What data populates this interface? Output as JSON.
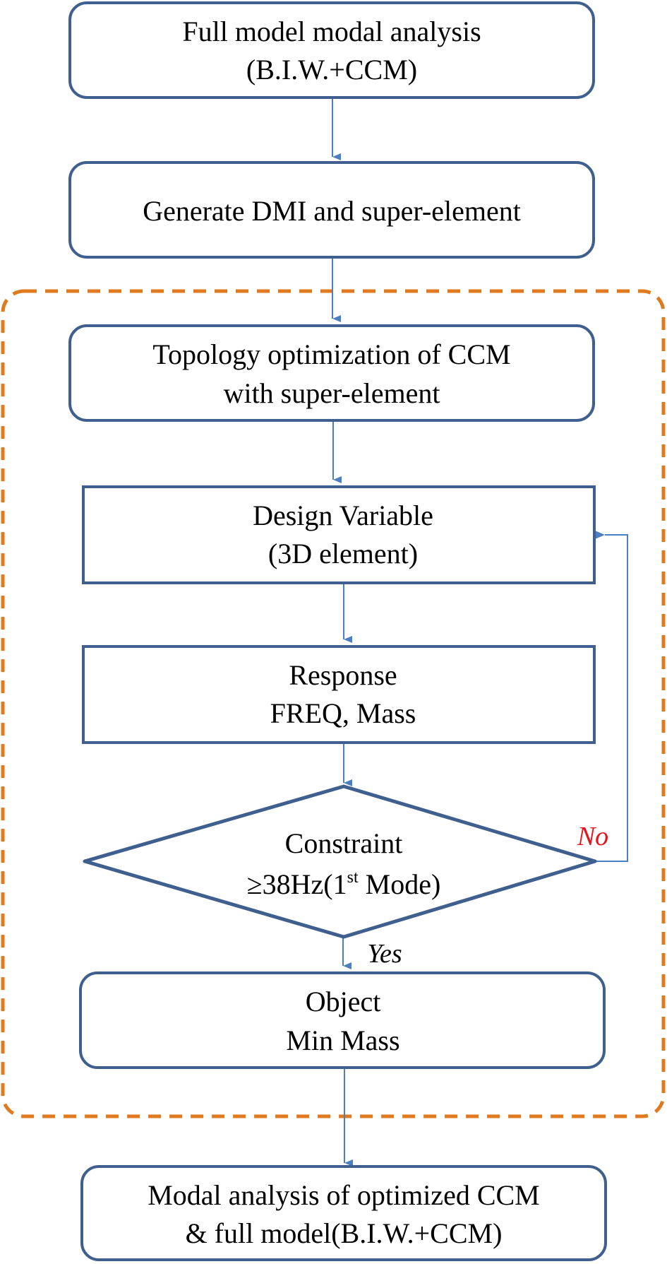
{
  "diagram": {
    "type": "flowchart",
    "colors": {
      "box_stroke": "#3f5f8f",
      "arrow": "#4a7fc1",
      "group_border": "#e07a1f",
      "no_label": "#e8131a",
      "text": "#000000"
    },
    "nodes": [
      {
        "id": "n1",
        "shape": "rounded-rect",
        "lines": [
          "Full model modal analysis",
          "(B.I.W.+CCM)"
        ]
      },
      {
        "id": "n2",
        "shape": "rounded-rect",
        "lines": [
          "Generate DMI and super-element"
        ]
      },
      {
        "id": "n3",
        "shape": "rounded-rect",
        "lines": [
          "Topology optimization of CCM",
          "with super-element"
        ]
      },
      {
        "id": "n4",
        "shape": "rect",
        "lines": [
          "Design Variable",
          "(3D element)"
        ]
      },
      {
        "id": "n5",
        "shape": "rect",
        "lines": [
          "Response",
          "FREQ, Mass"
        ]
      },
      {
        "id": "n6",
        "shape": "diamond",
        "lines": [
          "Constraint",
          "≥38Hz(1st Mode)"
        ],
        "line2_parts": {
          "pre": "≥38Hz(1",
          "sup": "st",
          "post": " Mode)"
        }
      },
      {
        "id": "n7",
        "shape": "rounded-rect",
        "lines": [
          "Object",
          "Min Mass"
        ]
      },
      {
        "id": "n8",
        "shape": "rounded-rect",
        "lines": [
          "Modal analysis of optimized CCM",
          "& full model(B.I.W.+CCM)"
        ]
      }
    ],
    "edges": [
      {
        "from": "n1",
        "to": "n2",
        "label": ""
      },
      {
        "from": "n2",
        "to": "n3",
        "label": ""
      },
      {
        "from": "n3",
        "to": "n4",
        "label": ""
      },
      {
        "from": "n4",
        "to": "n5",
        "label": ""
      },
      {
        "from": "n5",
        "to": "n6",
        "label": ""
      },
      {
        "from": "n6",
        "to": "n7",
        "label": "Yes"
      },
      {
        "from": "n6",
        "to": "n4",
        "label": "No"
      },
      {
        "from": "n7",
        "to": "n8",
        "label": ""
      }
    ],
    "group": {
      "name": "optimization-loop",
      "contains": [
        "n3",
        "n4",
        "n5",
        "n6",
        "n7"
      ],
      "style": "dashed"
    },
    "labels": {
      "yes": "Yes",
      "no": "No"
    }
  }
}
